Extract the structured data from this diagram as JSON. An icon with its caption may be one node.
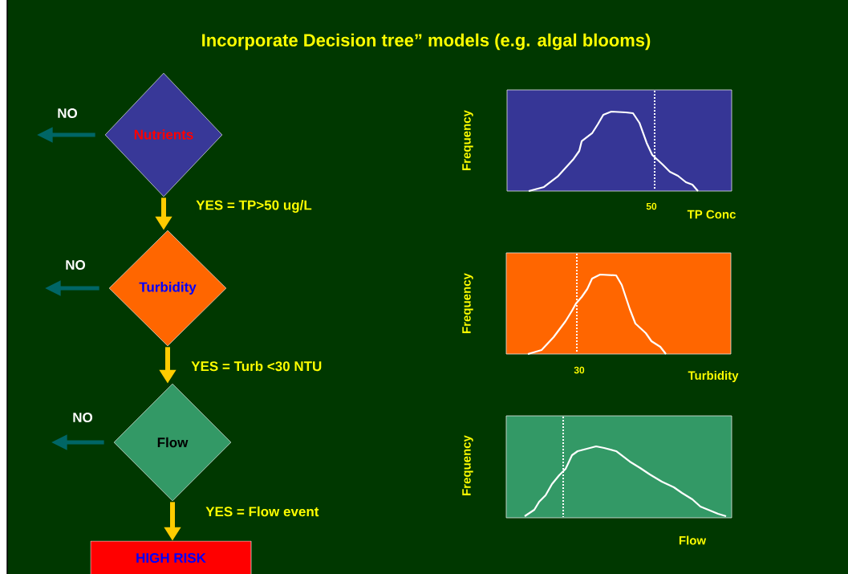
{
  "diagram": {
    "title": "Incorporate Decision tree” models (e.g. algal blooms)",
    "nodes": [
      {
        "text": [
          "Nutrients"
        ]
      },
      {
        "text": [
          "Turbidity"
        ]
      },
      {
        "text": [
          "Flow"
        ]
      },
      {
        "text": [
          "HIGH RISK"
        ]
      }
    ],
    "edges": [
      {
        "from": 0,
        "to": 1,
        "arrow": "to",
        "label": "YES = TP>50 ug/L",
        "color": "#ffcc00"
      },
      {
        "from": 1,
        "to": 2,
        "arrow": "to",
        "label": "YES = Turb <30 NTU",
        "color": "#ffcc00"
      },
      {
        "from": 2,
        "to": 3,
        "arrow": "to",
        "label": "YES = Flow event",
        "color": "#ffcc00"
      },
      {
        "from": 0,
        "to": null,
        "arrow": "to",
        "label": "NO",
        "color": "#006666"
      },
      {
        "from": 1,
        "to": null,
        "arrow": "to",
        "label": "NO",
        "color": "#006666"
      },
      {
        "from": 2,
        "to": null,
        "arrow": "to",
        "label": "NO",
        "color": "#006666"
      }
    ],
    "labels": [
      "Frequency",
      "50",
      "TP Conc",
      "Frequency",
      "30",
      "Turbidity",
      "Frequency",
      "Flow"
    ]
  }
}
